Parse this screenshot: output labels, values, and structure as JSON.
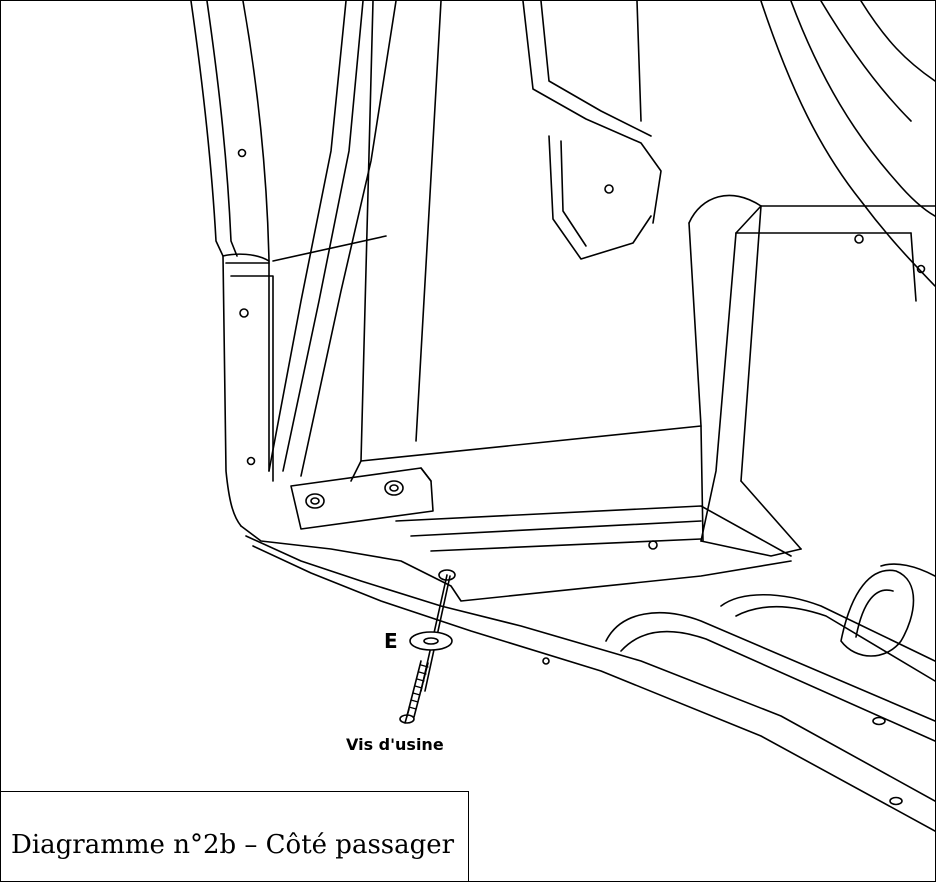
{
  "labels": {
    "washer": "E",
    "screw": "Vis d'usine"
  },
  "caption": "Diagramme n°2b – Côté passager",
  "colors": {
    "line": "#000000",
    "background": "#ffffff",
    "shade": "#eeeeee"
  }
}
